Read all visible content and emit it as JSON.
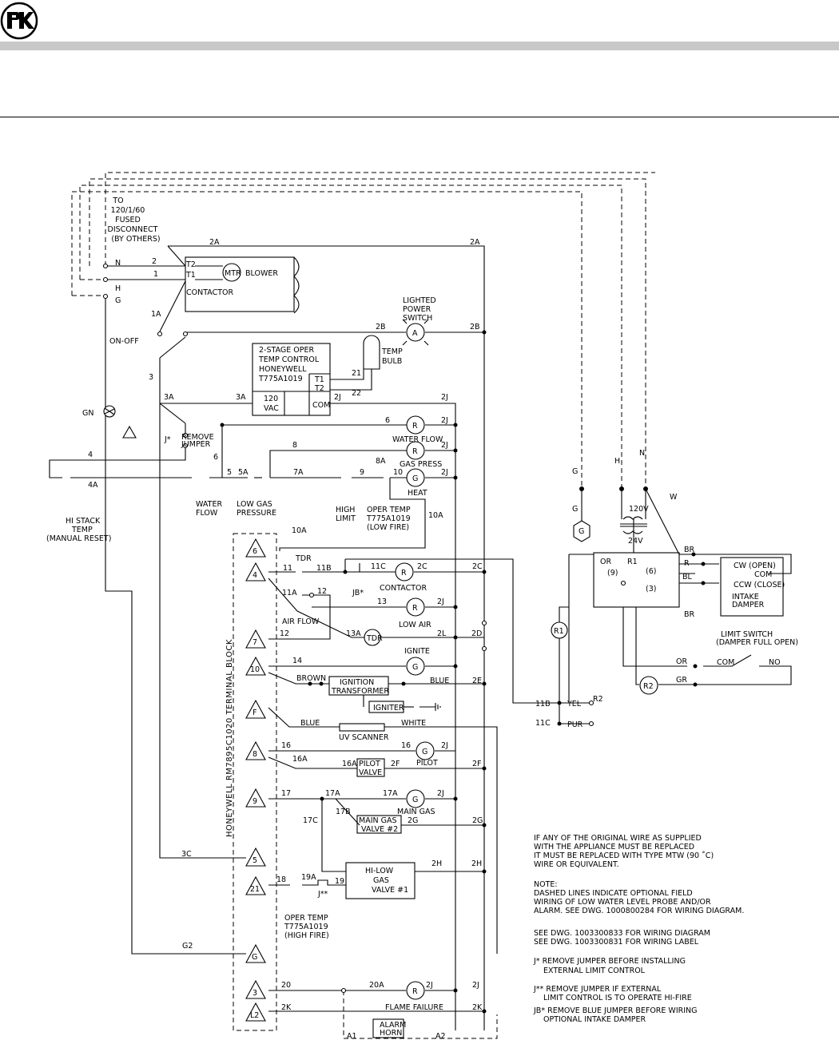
{
  "power": {
    "supply": [
      "TO",
      "120/1/60",
      "FUSED",
      "DISCONNECT",
      "(BY OTHERS)"
    ],
    "terminals": {
      "n": "N",
      "h": "H",
      "g": "G"
    },
    "on_off": "ON-OFF",
    "gn": "GN"
  },
  "blower": {
    "t2": "T2",
    "t1": "T1",
    "mtr": "MTR",
    "label": "BLOWER",
    "contactor": "CONTACTOR"
  },
  "switch": {
    "lighted": [
      "LIGHTED",
      "POWER",
      "SWITCH"
    ],
    "a": "A"
  },
  "temp_control": {
    "lines": [
      "2-STAGE OPER",
      "TEMP CONTROL",
      "HONEYWELL",
      "T775A1019"
    ],
    "vac": [
      "120",
      "VAC"
    ],
    "t1": "T1",
    "t2": "T2",
    "com": "COM",
    "bulb": [
      "TEMP",
      "BULB"
    ]
  },
  "labels": {
    "remove_jumper": [
      "REMOVE",
      "JUMPER"
    ],
    "jstar": "J*",
    "jstarstar": "J**",
    "jbstar": "JB*",
    "water_flow_sw": [
      "WATER",
      "FLOW"
    ],
    "low_gas": [
      "LOW GAS",
      "PRESSURE"
    ],
    "high_limit": [
      "HIGH",
      "LIMIT"
    ],
    "oper_temp_low": [
      "OPER TEMP",
      "T775A1019",
      "(LOW FIRE)"
    ],
    "hi_stack": [
      "HI STACK",
      "TEMP",
      "(MANUAL RESET)"
    ],
    "air_flow": "AIR FLOW",
    "tdr": "TDR",
    "oper_temp_high": [
      "OPER TEMP",
      "T775A1019",
      "(HIGH FIRE)"
    ],
    "terminal_block": "HONEYWELL  RM7895C1020  TERMINAL  BLOCK"
  },
  "relays": {
    "water_flow": "WATER FLOW",
    "gas_press": "GAS PRESS",
    "heat": "HEAT",
    "contactor": "CONTACTOR",
    "low_air": "LOW AIR",
    "ignite": "IGNITE",
    "pilot": "PILOT",
    "main_gas": "MAIN GAS",
    "flame_failure": "FLAME FAILURE",
    "r": "R",
    "g": "G"
  },
  "components": {
    "ignition_transformer": [
      "IGNITION",
      "TRANSFORMER"
    ],
    "igniter": "IGNITER",
    "uv_scanner": "UV SCANNER",
    "pilot_valve": [
      "PILOT",
      "VALVE"
    ],
    "main_gas_valve2": [
      "MAIN GAS",
      "VALVE #2"
    ],
    "hilow_valve": [
      "HI-LOW",
      "GAS",
      "VALVE #1"
    ],
    "alarm_horn": [
      "ALARM",
      "HORN"
    ],
    "brown": "BROWN",
    "blue": "BLUE",
    "white": "WHITE"
  },
  "terminals": [
    "6",
    "4",
    "7",
    "10",
    "F",
    "8",
    "9",
    "5",
    "21",
    "G",
    "3",
    "L2"
  ],
  "wires": [
    "2A",
    "1A",
    "2B",
    "3",
    "3A",
    "2J",
    "21",
    "22",
    "6",
    "8",
    "4",
    "4A",
    "5",
    "5A",
    "7A",
    "9",
    "8A",
    "10",
    "10A",
    "11",
    "11A",
    "11B",
    "11C",
    "2C",
    "12",
    "13",
    "13A",
    "2L",
    "2D",
    "14",
    "2E",
    "16",
    "16A",
    "2F",
    "17",
    "17A",
    "17B",
    "17C",
    "2G",
    "2H",
    "3C",
    "18",
    "19A",
    "19",
    "G2",
    "20",
    "20A",
    "2K",
    "A1",
    "A2",
    "1",
    "2"
  ],
  "damper": {
    "g": "G",
    "h": "H",
    "n": "N",
    "w": "W",
    "v120": "120V",
    "v24": "24V",
    "br": "BR",
    "r": "R",
    "bl": "BL",
    "or": "OR",
    "n9": "(9)",
    "r1": "R1",
    "n6": "(6)",
    "n3": "(3)",
    "cw": "CW (OPEN)",
    "com": "COM",
    "ccw": "CCW (CLOSE)",
    "intake": [
      "INTAKE",
      "DAMPER"
    ],
    "limit": [
      "LIMIT SWITCH",
      "(DAMPER FULL OPEN)"
    ],
    "no": "NO",
    "gr": "GR",
    "r2": "R2",
    "yel": "YEL",
    "pur": "PUR"
  },
  "notes": {
    "n1": [
      "IF ANY OF THE ORIGINAL WIRE AS SUPPLIED",
      "WITH THE APPLIANCE MUST BE REPLACED",
      "IT MUST BE REPLACED WITH TYPE MTW (90 ˚C)",
      "WIRE OR EQUIVALENT."
    ],
    "n2": [
      "NOTE:",
      "DASHED LINES INDICATE OPTIONAL FIELD",
      "WIRING OF LOW WATER LEVEL PROBE AND/OR",
      "ALARM. SEE DWG. 1000800284 FOR WIRING DIAGRAM."
    ],
    "n3": [
      "SEE DWG. 1003300833 FOR WIRING DIAGRAM",
      "SEE DWG. 1003300831 FOR WIRING LABEL"
    ],
    "n4": [
      "J* REMOVE JUMPER BEFORE INSTALLING",
      "EXTERNAL LIMIT CONTROL"
    ],
    "n5": [
      "J** REMOVE JUMPER IF EXTERNAL",
      "LIMIT CONTROL IS TO OPERATE HI-FIRE"
    ],
    "n6": [
      "JB* REMOVE BLUE JUMPER BEFORE WIRING",
      "OPTIONAL INTAKE DAMPER"
    ]
  }
}
